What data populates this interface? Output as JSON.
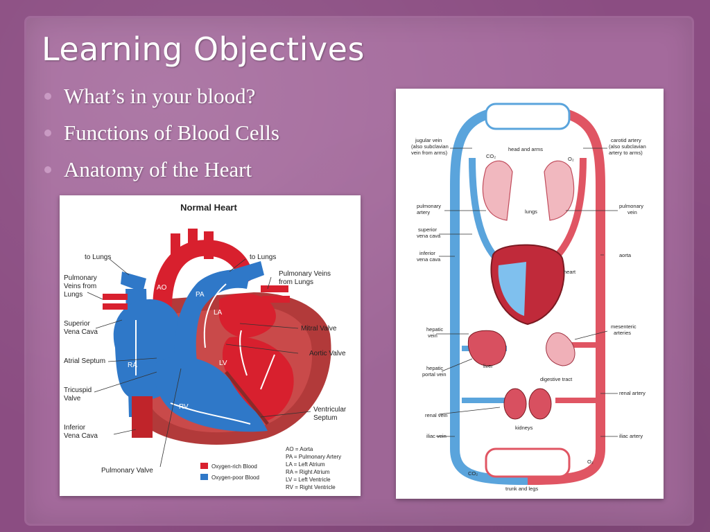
{
  "slide": {
    "title": "Learning Objectives",
    "bullets": [
      "What’s in your blood?",
      "Functions of Blood Cells",
      "Anatomy of the Heart"
    ]
  },
  "heart_diagram": {
    "title": "Normal Heart",
    "labels": {
      "to_lungs_left": "to Lungs",
      "to_lungs_right": "to Lungs",
      "pulmonary_veins_from_lungs_left": [
        "Pulmonary",
        "Veins from",
        "Lungs"
      ],
      "pulmonary_veins_from_lungs_right": [
        "Pulmonary Veins",
        "from Lungs"
      ],
      "superior_vena_cava": [
        "Superior",
        "Vena Cava"
      ],
      "atrial_septum": "Atrial Septum",
      "tricuspid_valve": [
        "Tricuspid",
        "Valve"
      ],
      "inferior_vena_cava": [
        "Inferior",
        "Vena Cava"
      ],
      "pulmonary_valve": "Pulmonary Valve",
      "mitral_valve": "Mitral Valve",
      "aortic_valve": "Aortic Valve",
      "ventricular_septum": [
        "Ventricular",
        "Septum"
      ],
      "ao": "AO",
      "pa": "PA",
      "la": "LA",
      "ra": "RA",
      "lv": "LV",
      "rv": "RV"
    },
    "legend": {
      "oxygen_rich": "Oxygen-rich Blood",
      "oxygen_poor": "Oxygen-poor Blood"
    },
    "abbreviations": [
      "AO = Aorta",
      "PA = Pulmonary Artery",
      "LA = Left Atrium",
      "RA = Right Atrium",
      "LV = Left Ventricle",
      "RV = Right Ventricle"
    ]
  },
  "circulation_diagram": {
    "labels": {
      "jugular_vein": [
        "jugular vein",
        "(also subclavian",
        "vein from arms)"
      ],
      "head_and_arms": "head and arms",
      "carotid_artery": [
        "carotid artery",
        "(also subclavian",
        "artery to arms)"
      ],
      "co2_top": "CO₂",
      "o2_top": "O₂",
      "pulmonary_artery": [
        "pulmonary",
        "artery"
      ],
      "lungs": "lungs",
      "pulmonary_vein": [
        "pulmonary",
        "vein"
      ],
      "superior_vena_cava": [
        "superior",
        "vena cava"
      ],
      "inferior_vena_cava": [
        "inferior",
        "vena cava"
      ],
      "aorta": "aorta",
      "heart": "heart",
      "hepatic_vein": [
        "hepatic",
        "vein"
      ],
      "mesenteric_arteries": [
        "mesenteric",
        "arteries"
      ],
      "liver": "liver",
      "hepatic_portal_vein": [
        "hepatic",
        "portal vein"
      ],
      "digestive_tract": "digestive tract",
      "renal_artery": "renal artery",
      "renal_vein": "renal vein",
      "kidneys": "kidneys",
      "iliac_vein": "iliac vein",
      "iliac_artery": "iliac artery",
      "co2_bottom": "CO₂",
      "o2_bottom": "O₂",
      "trunk_and_legs": "trunk and legs"
    }
  },
  "colors": {
    "background": "#8b4d82",
    "panel": "#a46a9c",
    "bullet_dot": "#c99ac3",
    "oxygen_rich": "#d8202e",
    "oxygen_poor": "#2f78c8",
    "circ_red": "#e05563",
    "circ_blue": "#5aa4dc"
  }
}
